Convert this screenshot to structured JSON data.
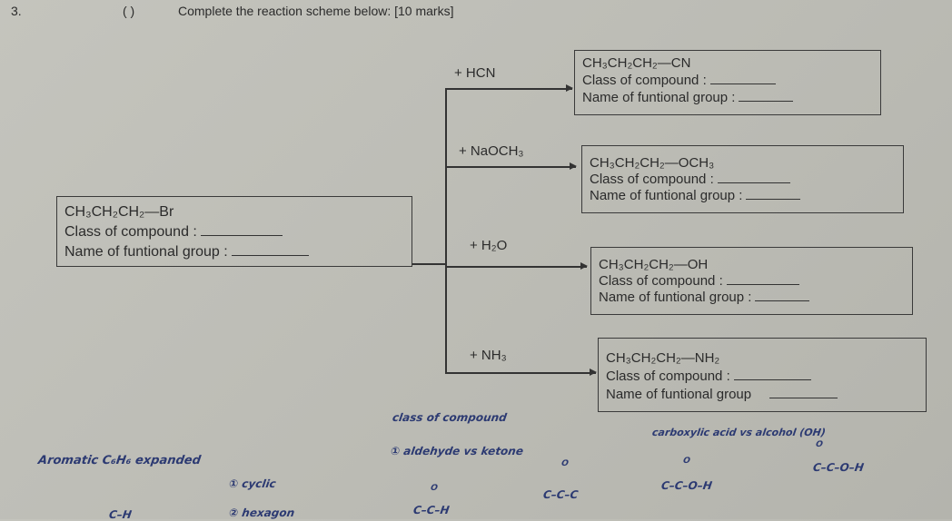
{
  "question": {
    "number": "3.",
    "part": "( )",
    "instruction": "Complete the reaction scheme below: [10 marks]"
  },
  "starting_material": {
    "formula": "CH₃CH₂CH₂—Br",
    "class_label": "Class of compound :",
    "group_label": "Name of funtional group :"
  },
  "reactions": [
    {
      "reagent": "+ HCN",
      "product": "CH₃CH₂CH₂—CN",
      "class_label": "Class of compound :",
      "group_label": "Name of funtional group :"
    },
    {
      "reagent": "+ NaOCH₃",
      "product": "CH₃CH₂CH₂—OCH₃",
      "class_label": "Class of compound :",
      "group_label": "Name of funtional group :"
    },
    {
      "reagent": "+ H₂O",
      "product": "CH₃CH₂CH₂—OH",
      "class_label": "Class of compound :",
      "group_label": "Name of funtional group :"
    },
    {
      "reagent": "+ NH₃",
      "product": "CH₃CH₂CH₂—NH₂",
      "class_label": "Class of compound :",
      "group_label": "Name of funtional group"
    }
  ],
  "handwriting": {
    "class_of_compound": "class of compound",
    "aromatic": "Aromatic  C₆H₆ expanded",
    "cyclic": "① cyclic",
    "hexagon": "② hexagon",
    "aldehyde_ketone": "① aldehyde vs ketone",
    "carboxylic_alcohol": "carboxylic acid  vs  alcohol (OH)",
    "aldehyde_struct": "C–C–H",
    "ketone_struct": "C–C–C",
    "acid_struct": "C–C–O–H",
    "alcohol_struct": "C–C–O–H",
    "o1": "O",
    "o2": "O",
    "o3": "O",
    "o4": "O",
    "ch": "C–H"
  }
}
